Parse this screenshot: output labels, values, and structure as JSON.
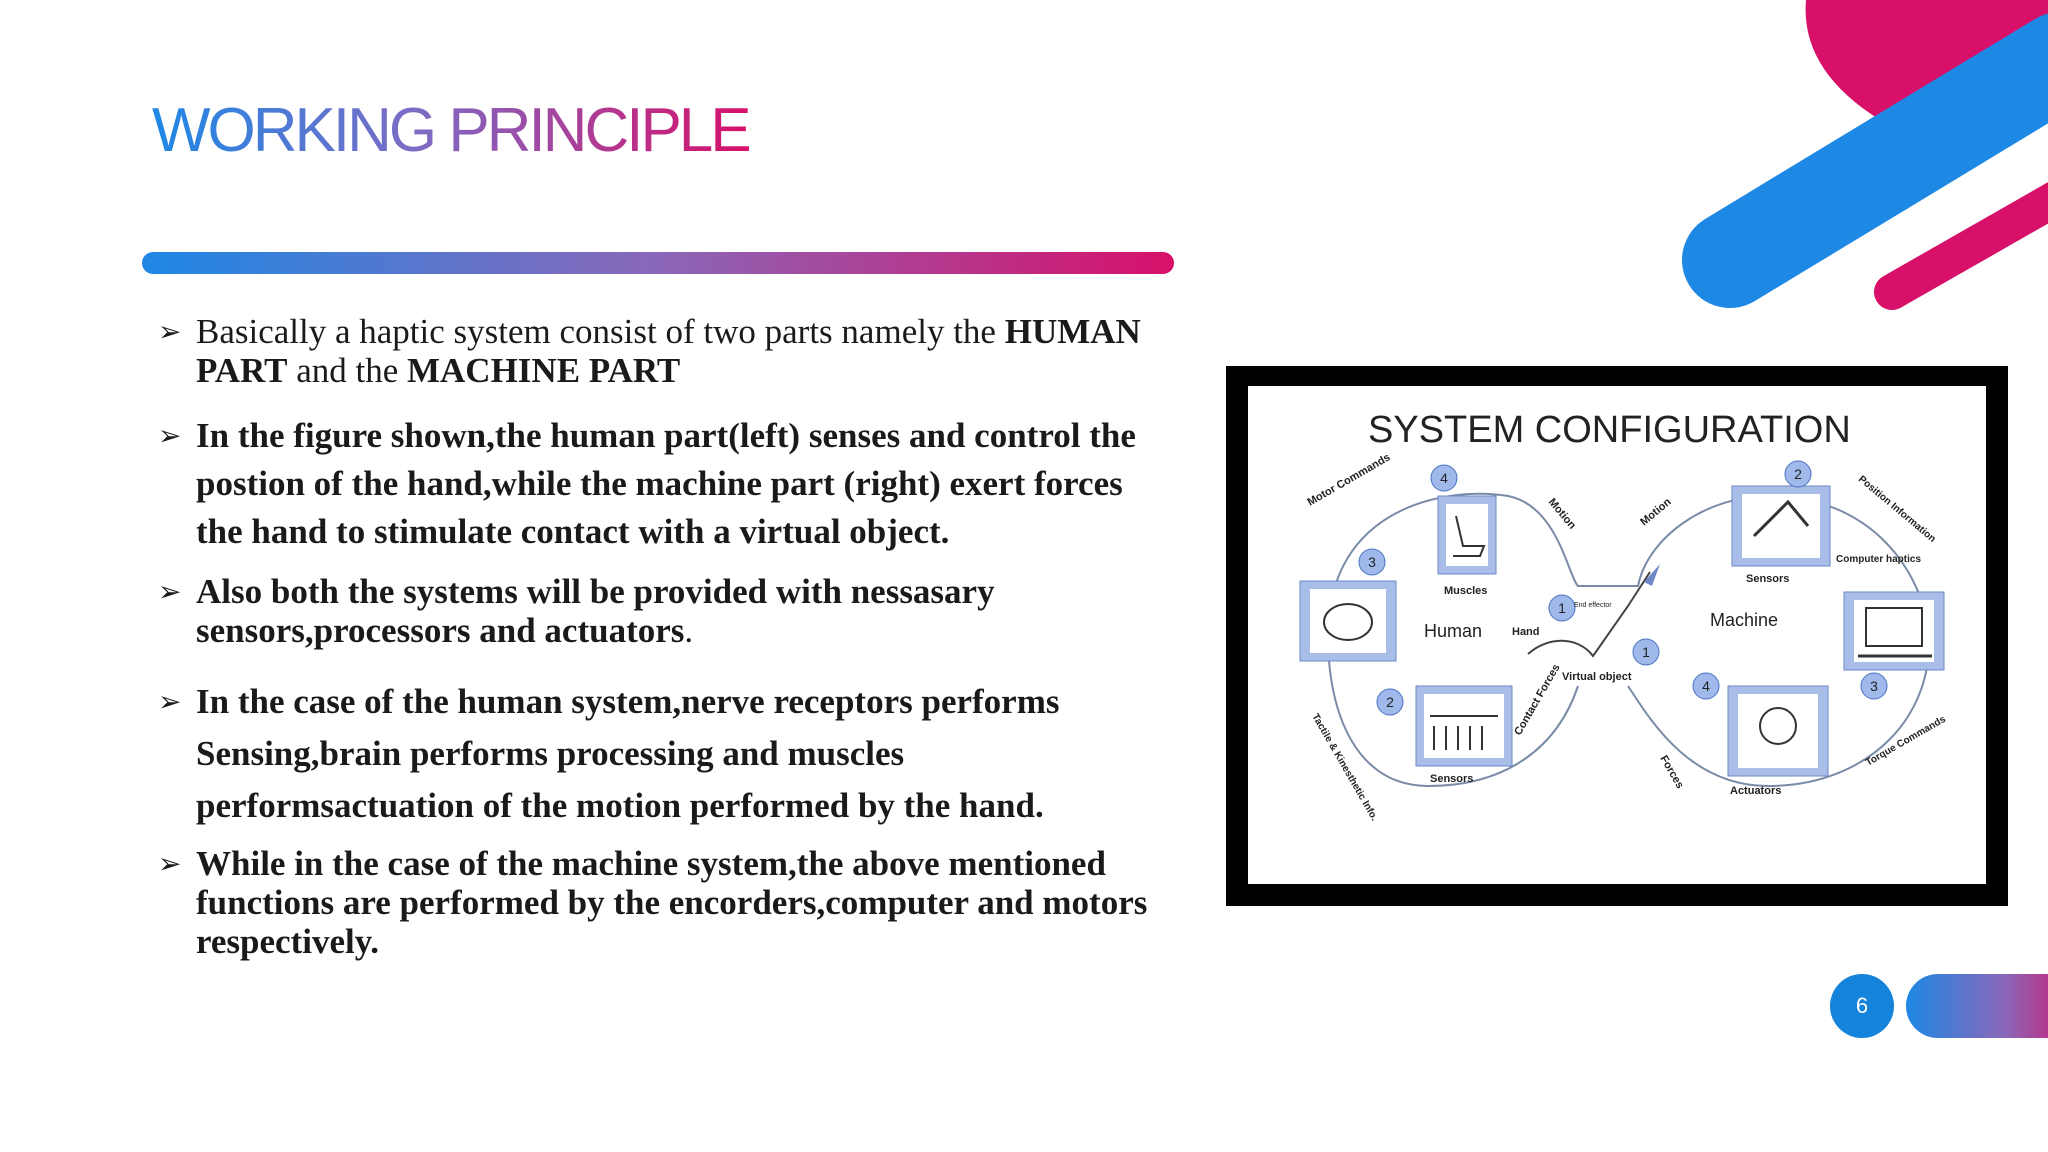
{
  "slide": {
    "title": "WORKING PRINCIPLE",
    "page_number": "6",
    "colors": {
      "blue": "#1e88e5",
      "magenta": "#d8106a",
      "purple": "#8a67b8"
    }
  },
  "bullets": [
    {
      "icon": "arrow-bullet-icon",
      "segments": [
        {
          "text": "Basically a haptic system consist of two parts namely the ",
          "bold": false
        },
        {
          "text": "HUMAN PART",
          "bold": true
        },
        {
          "text": " and the ",
          "bold": false
        },
        {
          "text": "MACHINE PART",
          "bold": true
        }
      ]
    },
    {
      "icon": "arrow-bullet-icon",
      "segments": [
        {
          "text": "In the figure shown,the human part(left) senses and control the postion of the hand,while the machine part (right) exert forces the hand to stimulate contact with a virtual object.",
          "bold": true
        }
      ]
    },
    {
      "icon": "arrow-bullet-icon",
      "segments": [
        {
          "text": "Also both the systems will be provided with nessasary sensors,processors and actuators",
          "bold": true
        },
        {
          "text": ".",
          "bold": false
        }
      ]
    },
    {
      "icon": "arrow-bullet-icon",
      "segments": [
        {
          "text": "In the case of the human system,nerve receptors performs Sensing,brain performs processing and muscles performsactuation of the motion performed by the hand.",
          "bold": true
        }
      ]
    },
    {
      "icon": "arrow-bullet-icon",
      "segments": [
        {
          "text": "While in the case of the machine system,the above mentioned functions are performed by the encorders,computer and motors respectively.",
          "bold": true
        }
      ]
    }
  ],
  "figure": {
    "title": "SYSTEM CONFIGURATION",
    "labels": {
      "motor_commands": "Motor Commands",
      "motion_left": "Motion",
      "motion_right": "Motion",
      "position_information": "Position Information",
      "muscles": "Muscles",
      "sensors_machine": "Sensors",
      "computer_haptics": "Computer haptics",
      "human": "Human",
      "hand": "Hand",
      "end_effector": "End effector",
      "machine": "Machine",
      "virtual_object": "Virtual object",
      "tactile_kinesthetic_info": "Tactile & Kinesthetic Info.",
      "contact_forces": "Contact Forces",
      "forces": "Forces",
      "sensors_human": "Sensors",
      "actuators": "Actuators",
      "torque_commands": "Torque Commands"
    },
    "steps": {
      "left_4": "4",
      "left_3": "3",
      "left_2": "2",
      "left_1": "1",
      "right_2": "2",
      "right_1": "1",
      "right_3": "3",
      "right_4": "4"
    }
  }
}
